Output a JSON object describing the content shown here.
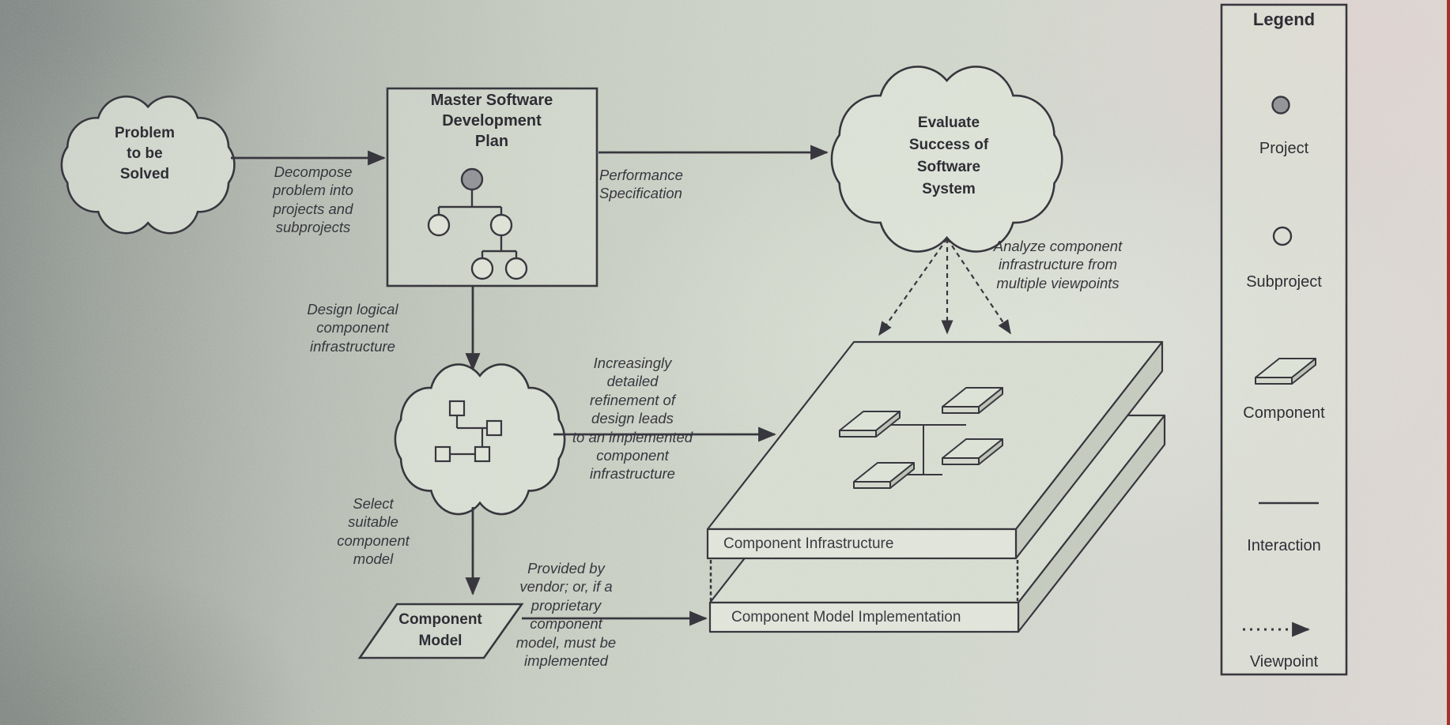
{
  "figure": {
    "nodes": {
      "problem_cloud": "Problem\nto be\nSolved",
      "master_plan": "Master Software\nDevelopment\nPlan",
      "evaluate_cloud": "Evaluate\nSuccess of\nSoftware\nSystem",
      "component_model": "Component\nModel",
      "component_infrastructure": "Component Infrastructure",
      "component_model_implementation": "Component Model Implementation"
    },
    "edge_labels": {
      "decompose": "Decompose\nproblem into\nprojects and\nsubprojects",
      "performance": "Performance\nSpecification",
      "design_logical": "Design logical\ncomponent\ninfrastructure",
      "refinement": "Increasingly\ndetailed\nrefinement of\ndesign leads\nto an implemented\ncomponent\ninfrastructure",
      "select_model": "Select\nsuitable\ncomponent\nmodel",
      "provided_by": "Provided by\nvendor; or, if a\nproprietary\ncomponent\nmodel, must be\nimplemented",
      "analyze": "Analyze component\ninfrastructure from\nmultiple viewpoints"
    },
    "legend": {
      "title": "Legend",
      "items": [
        {
          "symbol": "project-filled-circle",
          "label": "Project"
        },
        {
          "symbol": "subproject-outline-circle",
          "label": "Subproject"
        },
        {
          "symbol": "component-tile",
          "label": "Component"
        },
        {
          "symbol": "interaction-line",
          "label": "Interaction"
        },
        {
          "symbol": "viewpoint-dotted-arrow",
          "label": "Viewpoint"
        }
      ]
    },
    "colors": {
      "ink": "#34333a",
      "project_fill": "#8d8e92",
      "page_light": "#cfd4c9",
      "page_dark": "#868c88",
      "photo_edge_red": "#a7322c"
    }
  }
}
